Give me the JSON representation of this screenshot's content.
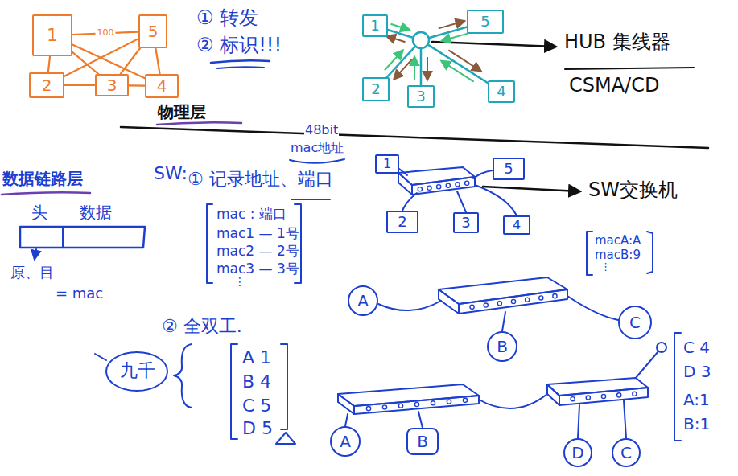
{
  "diagram": {
    "nodes": [
      {
        "text": [
          "1"
        ]
      },
      {
        "text": [
          "5"
        ]
      },
      {
        "text": [
          "2"
        ]
      },
      {
        "text": [
          "3"
        ]
      },
      {
        "text": [
          "4"
        ]
      },
      {
        "text": [
          "1"
        ]
      },
      {
        "text": [
          "5"
        ]
      },
      {
        "text": [
          "2"
        ]
      },
      {
        "text": [
          "3"
        ]
      },
      {
        "text": [
          "4"
        ]
      },
      {
        "text": [
          "1"
        ]
      },
      {
        "text": [
          "5"
        ]
      },
      {
        "text": [
          "2"
        ]
      },
      {
        "text": [
          "3"
        ]
      },
      {
        "text": [
          "4"
        ]
      },
      {
        "text": [
          "A"
        ]
      },
      {
        "text": [
          "B"
        ]
      },
      {
        "text": [
          "C"
        ]
      },
      {
        "text": [
          "A"
        ]
      },
      {
        "text": [
          "B"
        ]
      },
      {
        "text": [
          "D"
        ]
      },
      {
        "text": [
          "C"
        ]
      }
    ],
    "edges": [
      {
        "from": 0,
        "to": 1,
        "arrow": "none",
        "label": "100"
      },
      {
        "from": 0,
        "to": 2,
        "arrow": "none"
      },
      {
        "from": 0,
        "to": 3,
        "arrow": "none"
      },
      {
        "from": 0,
        "to": 4,
        "arrow": "none"
      },
      {
        "from": 1,
        "to": 2,
        "arrow": "none"
      },
      {
        "from": 1,
        "to": 3,
        "arrow": "none"
      },
      {
        "from": 1,
        "to": 4,
        "arrow": "none"
      },
      {
        "from": 2,
        "to": 3,
        "arrow": "none"
      },
      {
        "from": 3,
        "to": 4,
        "arrow": "none"
      }
    ],
    "labels": [
      "① 转发",
      "② 标识!!!",
      "物理层",
      "HUB 集线器",
      "CSMA/CD",
      "48bit",
      "mac地址",
      "SW:",
      "① 记录地址、端口",
      "数据链路层",
      "头",
      "数据",
      "原、目",
      "= mac",
      "mac : 端口",
      "mac1 — 1号",
      "mac2 — 2号",
      "mac3 — 3号",
      "⋮",
      "SW交换机",
      "macA:A",
      "macB:9",
      "⋮",
      "② 全双工.",
      "九千",
      "A 1",
      "B 4",
      "C 5",
      "D 5",
      "C 4",
      "D 3",
      "A:1",
      "B:1"
    ]
  }
}
